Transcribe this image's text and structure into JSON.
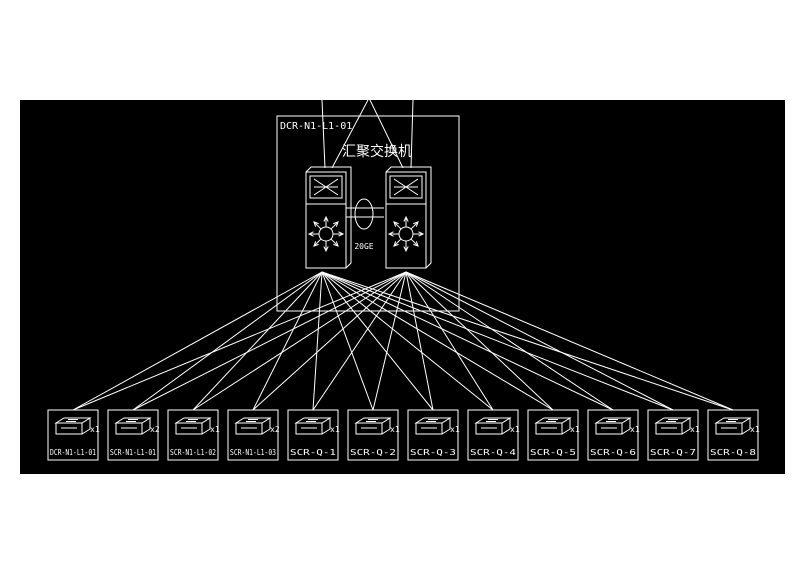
{
  "diagram": {
    "colors": {
      "background": "#000000",
      "stroke": "#ffffff",
      "page": "#ffffff"
    },
    "core": {
      "frame_label": "DCR-N1-L1-01",
      "title": "汇聚交换机",
      "link_label": "20GE",
      "switches": [
        {
          "name": "core-switch-left",
          "icon": "router-and-multilayer-switch-icon"
        },
        {
          "name": "core-switch-right",
          "icon": "router-and-multilayer-switch-icon"
        }
      ]
    },
    "access": [
      {
        "label": "DCR-N1-L1-01",
        "count": "x1"
      },
      {
        "label": "SCR-N1-L1-01",
        "count": "x2"
      },
      {
        "label": "SCR-N1-L1-02",
        "count": "x1"
      },
      {
        "label": "SCR-N1-L1-03",
        "count": "x2"
      },
      {
        "label": "SCR-Q-1",
        "count": "x1"
      },
      {
        "label": "SCR-Q-2",
        "count": "x1"
      },
      {
        "label": "SCR-Q-3",
        "count": "x1"
      },
      {
        "label": "SCR-Q-4",
        "count": "x1"
      },
      {
        "label": "SCR-Q-5",
        "count": "x1"
      },
      {
        "label": "SCR-Q-6",
        "count": "x1"
      },
      {
        "label": "SCR-Q-7",
        "count": "x1"
      },
      {
        "label": "SCR-Q-8",
        "count": "x1"
      }
    ]
  }
}
